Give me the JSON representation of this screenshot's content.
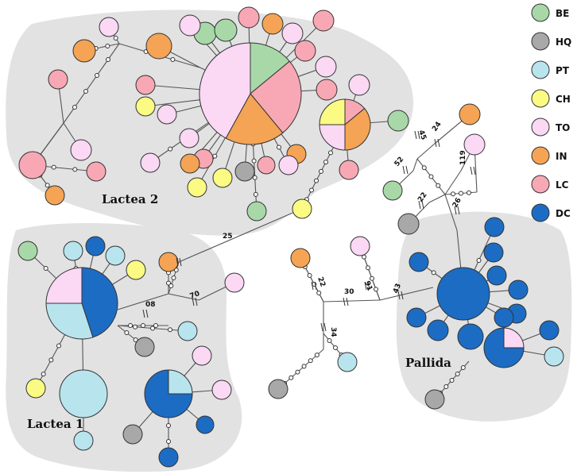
{
  "colors": {
    "BE": "#a8d8a8",
    "HQ": "#a8a8a8",
    "PT": "#b8e4ee",
    "CH": "#fbfb84",
    "TO": "#fbd8f4",
    "IN": "#f4a454",
    "LC": "#f8a8b4",
    "DC": "#1c6cc4"
  },
  "legend": [
    {
      "code": "BE",
      "label": "BE"
    },
    {
      "code": "HQ",
      "label": "HQ"
    },
    {
      "code": "PT",
      "label": "PT"
    },
    {
      "code": "CH",
      "label": "CH"
    },
    {
      "code": "TO",
      "label": "TO"
    },
    {
      "code": "IN",
      "label": "IN"
    },
    {
      "code": "LC",
      "label": "LC"
    },
    {
      "code": "DC",
      "label": "DC"
    }
  ],
  "groups": {
    "lactea2": "Lactea 2",
    "lactea1": "Lactea 1",
    "pallida": "Pallida"
  },
  "branch_labels": [
    "25",
    "08",
    "70",
    "22",
    "30",
    "91",
    "34",
    "43",
    "45",
    "24",
    "52",
    "22",
    "26",
    "119"
  ],
  "haplotypes": {
    "lactea2_center": [
      {
        "code": "BE",
        "share": 0.14
      },
      {
        "code": "LC",
        "share": 0.25
      },
      {
        "code": "IN",
        "share": 0.19
      },
      {
        "code": "TO",
        "share": 0.42
      }
    ],
    "lactea2_secondary": [
      {
        "code": "LC",
        "share": 0.14
      },
      {
        "code": "IN",
        "share": 0.36
      },
      {
        "code": "TO",
        "share": 0.25
      },
      {
        "code": "CH",
        "share": 0.25
      }
    ],
    "lactea1_center": [
      {
        "code": "DC",
        "share": 0.45
      },
      {
        "code": "PT",
        "share": 0.3
      },
      {
        "code": "TO",
        "share": 0.25
      }
    ],
    "lactea1_secondary": [
      {
        "code": "PT",
        "share": 0.25
      },
      {
        "code": "DC",
        "share": 0.75
      }
    ],
    "pallida_secondary": [
      {
        "code": "TO",
        "share": 0.25
      },
      {
        "code": "DC",
        "share": 0.75
      }
    ]
  }
}
